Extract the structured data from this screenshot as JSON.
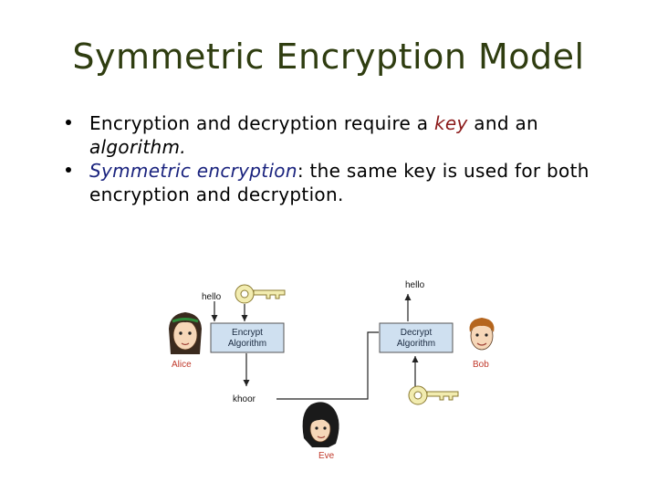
{
  "slide": {
    "title": "Symmetric Encryption Model",
    "bullets": [
      {
        "pre": "Encryption and decryption require a ",
        "key_word": "key",
        "mid": " and an ",
        "algorithm_word": "algorithm."
      },
      {
        "term": "Symmetric encryption",
        "colon": ":",
        "rest": "  the same key is used for both encryption and decryption."
      }
    ]
  },
  "diagram": {
    "plaintext_in": "hello",
    "plaintext_out": "hello",
    "ciphertext": "khoor",
    "encrypt_box": [
      "Encrypt",
      "Algorithm"
    ],
    "decrypt_box": [
      "Decrypt",
      "Algorithm"
    ],
    "sender": "Alice",
    "receiver": "Bob",
    "eavesdropper": "Eve",
    "colors": {
      "box_fill": "#cfe0f0",
      "key_fill": "#f2ecb0",
      "name_red": "#c0392b",
      "title": "#2f3d10"
    }
  }
}
